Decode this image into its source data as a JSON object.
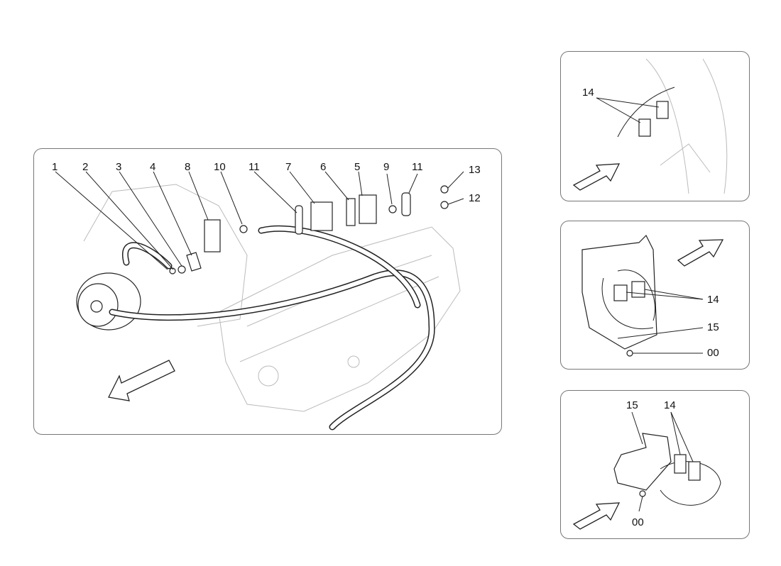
{
  "main_view": {
    "callouts": [
      "1",
      "2",
      "3",
      "4",
      "8",
      "10",
      "11",
      "7",
      "6",
      "5",
      "9",
      "11",
      "13",
      "12"
    ]
  },
  "detail_top": {
    "callouts": [
      "14"
    ]
  },
  "detail_middle": {
    "callouts": [
      "14",
      "15",
      "00"
    ]
  },
  "detail_bottom": {
    "callouts": [
      "15",
      "14",
      "00"
    ]
  }
}
